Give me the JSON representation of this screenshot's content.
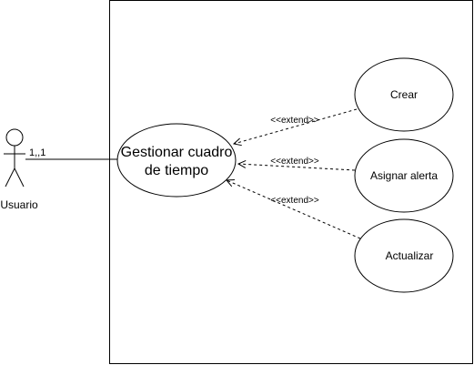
{
  "actor": {
    "name": "Usuario",
    "multiplicity": "1,,1"
  },
  "main_use_case": {
    "line1": "Gestionar cuadro",
    "line2": "de tiempo"
  },
  "extensions": [
    {
      "use_case": "Crear",
      "relation": "<<extend>>"
    },
    {
      "use_case": "Asignar alerta",
      "relation": "<<extend>>"
    },
    {
      "use_case": "Actualizar",
      "relation": "<<extend>>"
    }
  ],
  "colors": {
    "stroke": "#000000",
    "fill": "#ffffff",
    "background": "#ffffff"
  }
}
